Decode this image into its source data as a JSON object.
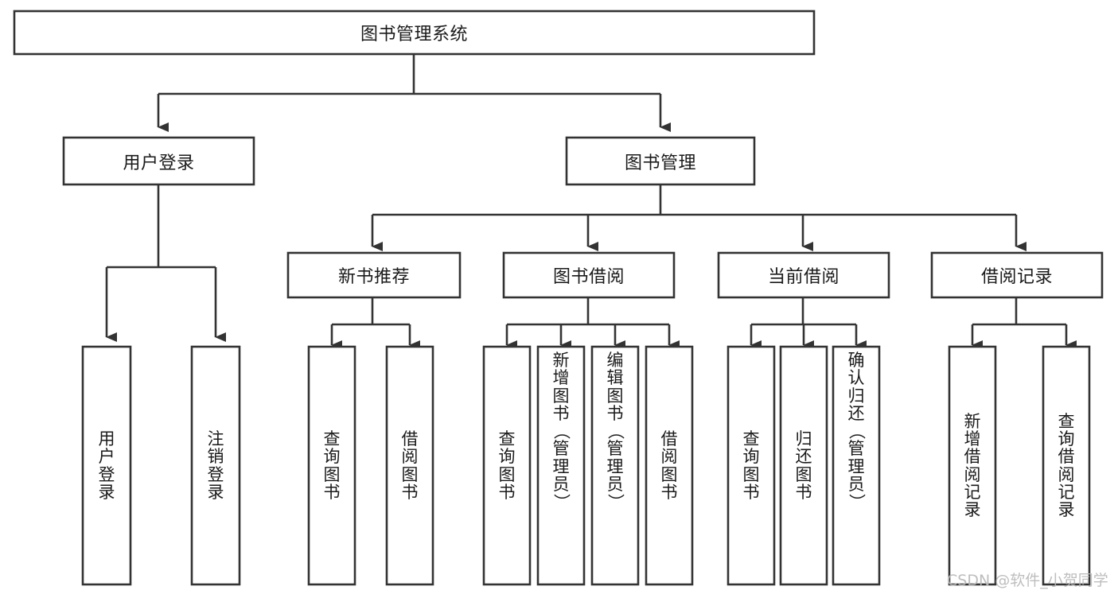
{
  "diagram": {
    "type": "tree-hierarchy",
    "title": "图书管理系统",
    "background_color": "#ffffff",
    "line_color": "#333333",
    "text_color": "#1a1a1a",
    "root": {
      "id": "root",
      "label": "图书管理系统"
    },
    "level1": [
      {
        "id": "user-login",
        "label": "用户登录"
      },
      {
        "id": "book-manage",
        "label": "图书管理"
      }
    ],
    "level2": [
      {
        "id": "new-book-recommend",
        "label": "新书推荐",
        "parent": "book-manage"
      },
      {
        "id": "book-borrow",
        "label": "图书借阅",
        "parent": "book-manage"
      },
      {
        "id": "current-borrow",
        "label": "当前借阅",
        "parent": "book-manage"
      },
      {
        "id": "borrow-record",
        "label": "借阅记录",
        "parent": "book-manage"
      }
    ],
    "leaves": [
      {
        "id": "leaf-user-login",
        "label": "用户登录",
        "parent": "user-login"
      },
      {
        "id": "leaf-logout-login",
        "label": "注销登录",
        "parent": "user-login"
      },
      {
        "id": "leaf-query-book-1",
        "label": "查询图书",
        "parent": "new-book-recommend"
      },
      {
        "id": "leaf-borrow-book-1",
        "label": "借阅图书",
        "parent": "new-book-recommend"
      },
      {
        "id": "leaf-query-book-2",
        "label": "查询图书",
        "parent": "book-borrow"
      },
      {
        "id": "leaf-add-book",
        "label": "新增图书（管理员）",
        "parent": "book-borrow"
      },
      {
        "id": "leaf-edit-book",
        "label": "编辑图书（管理员）",
        "parent": "book-borrow"
      },
      {
        "id": "leaf-borrow-book-2",
        "label": "借阅图书",
        "parent": "book-borrow"
      },
      {
        "id": "leaf-query-book-3",
        "label": "查询图书",
        "parent": "current-borrow"
      },
      {
        "id": "leaf-return-book",
        "label": "归还图书",
        "parent": "current-borrow"
      },
      {
        "id": "leaf-confirm-return",
        "label": "确认归还（管理员）",
        "parent": "current-borrow"
      },
      {
        "id": "leaf-add-record",
        "label": "新增借阅记录",
        "parent": "borrow-record"
      },
      {
        "id": "leaf-query-record",
        "label": "查询借阅记录",
        "parent": "borrow-record"
      }
    ]
  },
  "watermark": {
    "text": "CSDN @软件_小贺同学"
  }
}
